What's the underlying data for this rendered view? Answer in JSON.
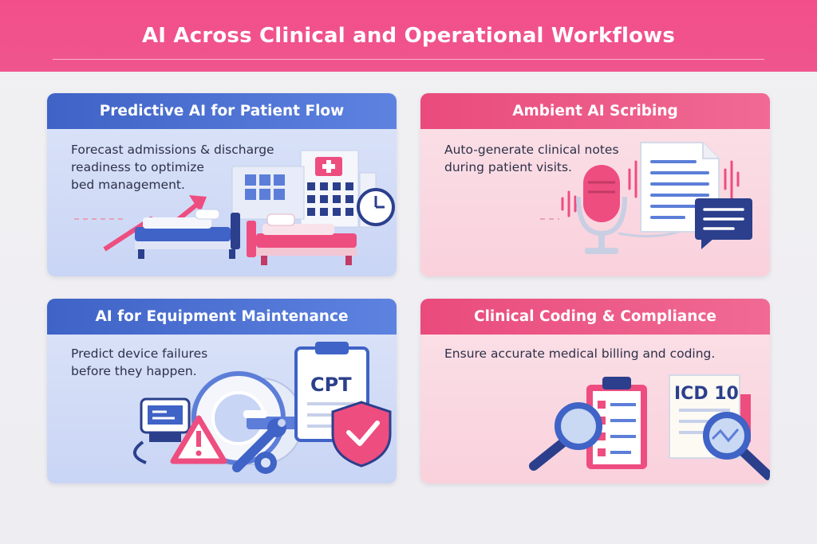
{
  "header": {
    "title": "AI Across Clinical and Operational Workflows"
  },
  "cards": [
    {
      "title": "Predictive AI for Patient Flow",
      "description": "Forecast admissions & discharge\nreadiness to optimize\nbed management."
    },
    {
      "title": "Ambient AI Scribing",
      "description": "Auto-generate clinical notes\nduring patient visits."
    },
    {
      "title": "AI for Equipment Maintenance",
      "description": "Predict device failures\nbefore they happen.",
      "label": "CPT"
    },
    {
      "title": "Clinical Coding & Compliance",
      "description": "Ensure accurate medical billing and coding.",
      "label": "ICD 10"
    }
  ],
  "colors": {
    "blue": "#3f63c6",
    "pink": "#e94b7c",
    "navy": "#2b3f8c"
  }
}
